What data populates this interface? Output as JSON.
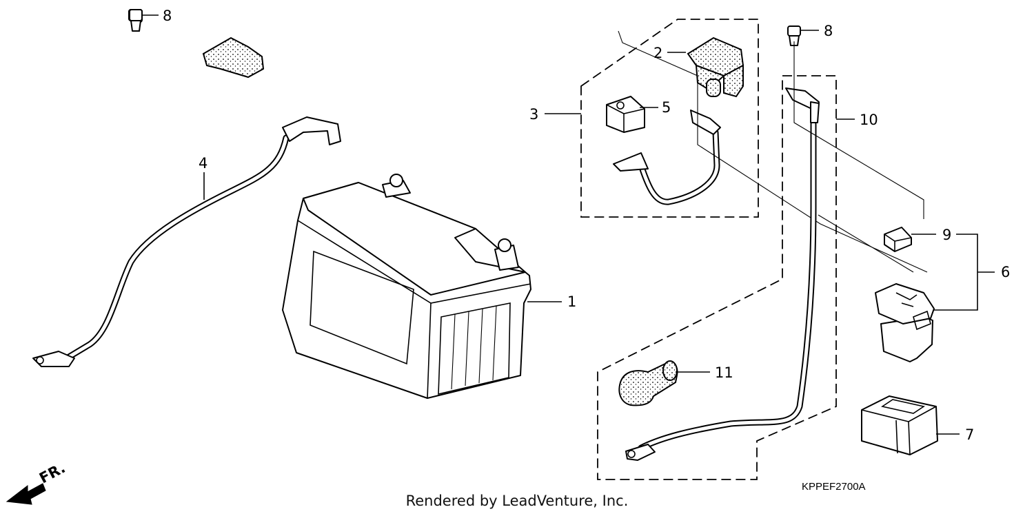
{
  "callouts": {
    "c1": "1",
    "c2": "2",
    "c3": "3",
    "c4": "4",
    "c5": "5",
    "c6": "6",
    "c7": "7",
    "c8a": "8",
    "c8b": "8",
    "c9": "9",
    "c10": "10",
    "c11": "11"
  },
  "diagram_code": "KPPEF2700A",
  "credit": "Rendered by LeadVenture, Inc.",
  "direction_label": "FR."
}
